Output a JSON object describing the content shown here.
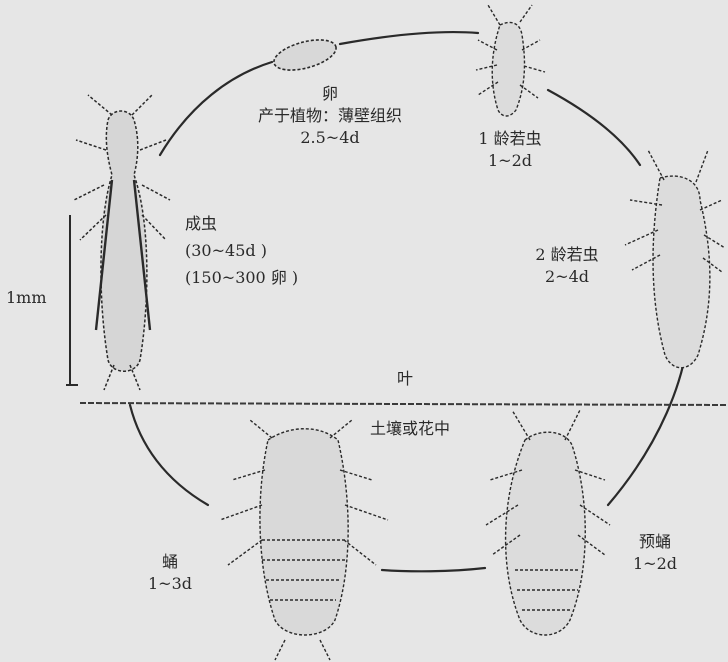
{
  "scale": {
    "label": "1mm"
  },
  "zones": {
    "above": "叶",
    "below": "土壤或花中"
  },
  "stages": {
    "egg": {
      "name": "卵",
      "note": "产于植物：薄壁组织",
      "duration": "2.5~4d"
    },
    "instar1": {
      "name": "1 龄若虫",
      "duration": "1~2d"
    },
    "instar2": {
      "name": "2 龄若虫",
      "duration": "2~4d"
    },
    "prepupa": {
      "name": "预蛹",
      "duration": "1~2d"
    },
    "pupa": {
      "name": "蛹",
      "duration": "1~3d"
    },
    "adult": {
      "name": "成虫",
      "duration": "(30~45d )",
      "eggs": "(150~300 卵 )"
    }
  },
  "colors": {
    "background": "#e6e6e6",
    "ink": "#2a2a2a"
  }
}
